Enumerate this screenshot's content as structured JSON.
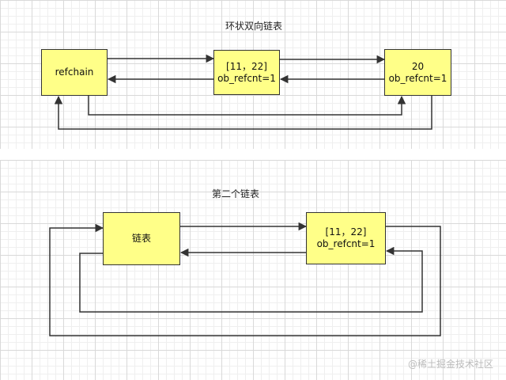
{
  "diagram1": {
    "title": "环状双向链表",
    "nodes": {
      "refchain": "refchain",
      "list": [
        "[11，22]",
        "ob_refcnt=1"
      ],
      "int": [
        "20",
        "ob_refcnt=1"
      ]
    }
  },
  "diagram2": {
    "title": "第二个链表",
    "nodes": {
      "head": "链表",
      "list": [
        "[11，22]",
        "ob_refcnt=1"
      ]
    }
  },
  "watermark": "@稀土掘金技术社区",
  "colors": {
    "node_fill": "#ffff88",
    "node_border": "#333333",
    "edge": "#333333"
  }
}
